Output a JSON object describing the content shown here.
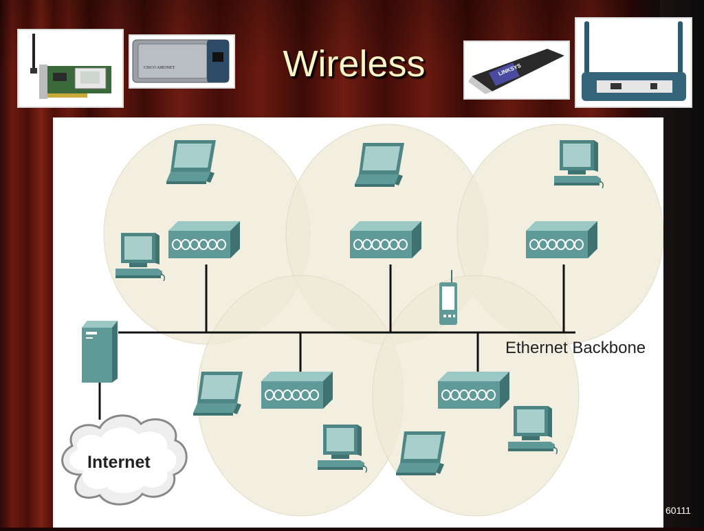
{
  "slide": {
    "title": "Wireless",
    "slide_number": "60111"
  },
  "diagram": {
    "backbone_label": "Ethernet Backbone",
    "cloud_label": "Internet"
  },
  "photos": {
    "pcmcia_card_text": "CISCO AIRONET",
    "usb_adapter_text": "LINKSYS"
  },
  "colors": {
    "device_teal": "#5f9a98",
    "device_teal_dark": "#3f7372",
    "coverage_cell": "#efe9d6",
    "title_text": "#fff6c8"
  }
}
